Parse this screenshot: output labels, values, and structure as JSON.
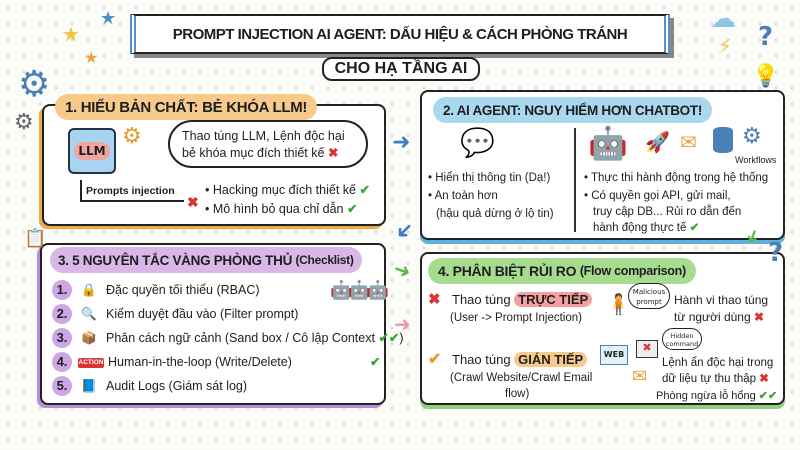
{
  "title": "PROMPT INJECTION AI AGENT: DẤU HIỆU & CÁCH PHÒNG TRÁNH",
  "subtitle": "CHO HẠ TẦNG AI",
  "colors": {
    "orange": "#f7c98b",
    "blue": "#a9d8ef",
    "purple": "#d9b8e8",
    "green": "#a7dc8f",
    "check": "#3aa635",
    "cross": "#d93535"
  },
  "section1": {
    "heading": "1. HIỂU BẢN CHẤT: BẺ KHÓA LLM!",
    "chip_label": "LLM",
    "cloud": [
      "Thao túng LLM, Lệnh độc hại",
      "bẻ khóa mục đích thiết kế"
    ],
    "arrow_label": "Prompts injection",
    "bullets": [
      "Hacking mục đích thiết kế",
      "Mô hình bỏ qua chỉ dẫn"
    ]
  },
  "section2": {
    "heading": "2. AI AGENT: NGUY HIỂM HƠN CHATBOT!",
    "icon_label": "Workflows",
    "left_bullets": [
      "Hiển thị thông tin (Dạ!)",
      "An toàn hơn"
    ],
    "left_note": "(hậu quả dừng ở lộ tin)",
    "right_bullets": [
      "Thực thi hành động trong hệ thống",
      "Có quyền gọi API, gửi mail,"
    ],
    "right_cont": [
      "truy cập DB... Rủi ro dẫn đến",
      "hành động thực tế"
    ]
  },
  "section3": {
    "heading": "3. 5 NGUYÊN TẮC VÀNG PHÒNG THỦ",
    "heading_suffix": "(Checklist)",
    "items": [
      {
        "n": "1.",
        "icon": "lock-icon",
        "text": "Đặc quyền tối thiểu (RBAC)"
      },
      {
        "n": "2.",
        "icon": "magnifier-icon",
        "text": "Kiểm duyệt đầu vào (Filter prompt)"
      },
      {
        "n": "3.",
        "icon": "box-icon",
        "text": "Phân cách ngữ cảnh (Sand box / Cô lập Context"
      },
      {
        "n": "4.",
        "icon": "action-button-icon",
        "text": "Human-in-the-loop (Write/Delete)",
        "badge": "ACTION"
      },
      {
        "n": "5.",
        "icon": "notebook-icon",
        "text": "Audit Logs (Giám sát log)"
      }
    ]
  },
  "section4": {
    "heading": "4. PHÂN BIỆT RỦI RO",
    "heading_suffix": "(Flow comparison)",
    "direct": {
      "prefix": "Thao túng",
      "highlight": "TRỰC TIẾP",
      "detail": "(User -> Prompt Injection)",
      "cloud": [
        "Malicious",
        "prompt"
      ],
      "result": [
        "Hành vi thao túng",
        "từ người dùng"
      ]
    },
    "indirect": {
      "prefix": "Thao túng",
      "highlight": "GIÁN TIẾP",
      "detail": [
        "(Crawl Website/Crawl Email",
        "flow)"
      ],
      "web_label": "WEB",
      "cloud": [
        "Hidden",
        "command"
      ],
      "result": [
        "Lệnh ẩn độc hại trong",
        "dữ liệu tự thu thập"
      ],
      "footer": "Phòng ngừa lỗ hổng"
    }
  }
}
